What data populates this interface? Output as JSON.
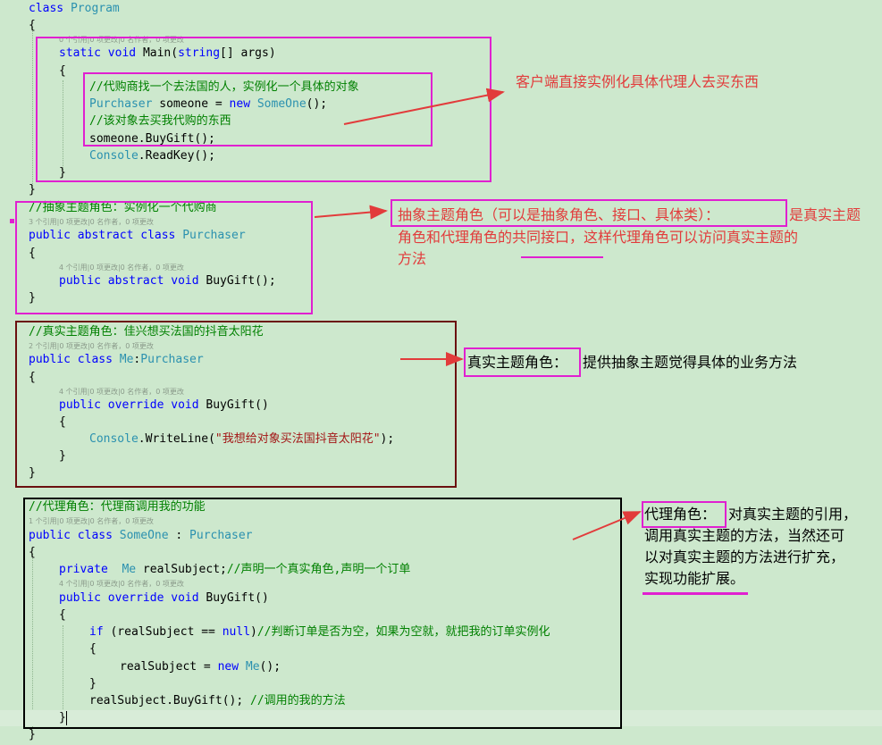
{
  "code": {
    "l1": {
      "kw": "class",
      "ty": "Program"
    },
    "brace_open": "{",
    "brace_close": "}",
    "refs_main": "0 个引用|0 项更改|0 名作者，0 项更改",
    "main_sig": {
      "kw1": "static",
      "kw2": "void",
      "name": "Main(",
      "kw3": "string",
      "rest": "[] args)"
    },
    "c_find": "//代购商找一个去法国的人，实例化一个具体的对象",
    "decl": {
      "ty1": "Purchaser",
      "mid": " someone = ",
      "kw": "new",
      "ty2": "SomeOne",
      "end": "();"
    },
    "c_buy": "//该对象去买我代购的东西",
    "call_buy": "someone.BuyGift();",
    "readkey": {
      "ty": "Console",
      "rest": ".ReadKey();"
    },
    "c_abstract": "//抽象主题角色：实例化一个代购商",
    "refs_p": "3 个引用|0 项更改|0 名作者，0 项更改",
    "p_decl": {
      "kw1": "public",
      "kw2": "abstract",
      "kw3": "class",
      "ty": "Purchaser"
    },
    "refs_p_buy": "4 个引用|0 项更改|0 名作者，0 项更改",
    "p_buy": {
      "kw1": "public",
      "kw2": "abstract",
      "kw3": "void",
      "rest": "BuyGift();"
    },
    "c_real": "//真实主题角色：佳兴想买法国的抖音太阳花",
    "refs_me": "2 个引用|0 项更改|0 名作者，0 项更改",
    "me_decl": {
      "kw1": "public",
      "kw2": "class",
      "ty1": "Me",
      "colon": ":",
      "ty2": "Purchaser"
    },
    "refs_me_buy": "4 个引用|0 项更改|0 名作者，0 项更改",
    "me_buy": {
      "kw1": "public",
      "kw2": "override",
      "kw3": "void",
      "rest": "BuyGift()"
    },
    "writeline": {
      "ty": "Console",
      "mid": ".WriteLine(",
      "str": "\"我想给对象买法国抖音太阳花\"",
      "end": ");"
    },
    "c_proxy": "//代理角色：代理商调用我的功能",
    "refs_so": "1 个引用|0 项更改|0 名作者，0 项更改",
    "so_decl": {
      "kw1": "public",
      "kw2": "class",
      "ty1": "SomeOne",
      "colon": " : ",
      "ty2": "Purchaser"
    },
    "field": {
      "kw": "private",
      "ty": "Me",
      "name": " realSubject;",
      "cm": "//声明一个真实角色,声明一个订单"
    },
    "refs_so_buy": "4 个引用|0 项更改|0 名作者，0 项更改",
    "so_buy": {
      "kw1": "public",
      "kw2": "override",
      "kw3": "void",
      "rest": "BuyGift()"
    },
    "if_line": {
      "kw": "if",
      "mid": " (realSubject == ",
      "kw2": "null",
      "end": ")",
      "cm": "//判断订单是否为空，如果为空就，就把我的订单实例化"
    },
    "assign": {
      "pre": "realSubject = ",
      "kw": "new",
      "ty": "Me",
      "end": "();"
    },
    "call_real": {
      "pre": "realSubject.BuyGift(); ",
      "cm": "//调用的我的方法"
    }
  },
  "notes": {
    "client": "客户端直接实例化具体代理人去买东西",
    "abstract_head": "抽象主题角色（可以是抽象角色、接口、具体类）：",
    "abstract_tail": "是真实主题",
    "abstract_l2": "角色和代理角色的共同接口，这样代理角色可以访问真实主题的",
    "abstract_l3": "方法",
    "real_head": "真实主题角色：",
    "real_tail": "提供抽象主题觉得具体的业务方法",
    "proxy_head": "代理角色：",
    "proxy_tail": "对真实主题的引用，",
    "proxy_l2": "调用真实主题的方法，当然还可",
    "proxy_l3": "以对真实主题的方法进行扩充，",
    "proxy_l4": "实现功能扩展。"
  },
  "colors": {
    "bg": "#cde8cd",
    "magenta": "#e020d0",
    "maroon": "#6b1010",
    "arrow": "#e23b3b",
    "keyword": "#0000ff",
    "type": "#2b91af",
    "comment": "#008000",
    "string": "#a31515"
  }
}
